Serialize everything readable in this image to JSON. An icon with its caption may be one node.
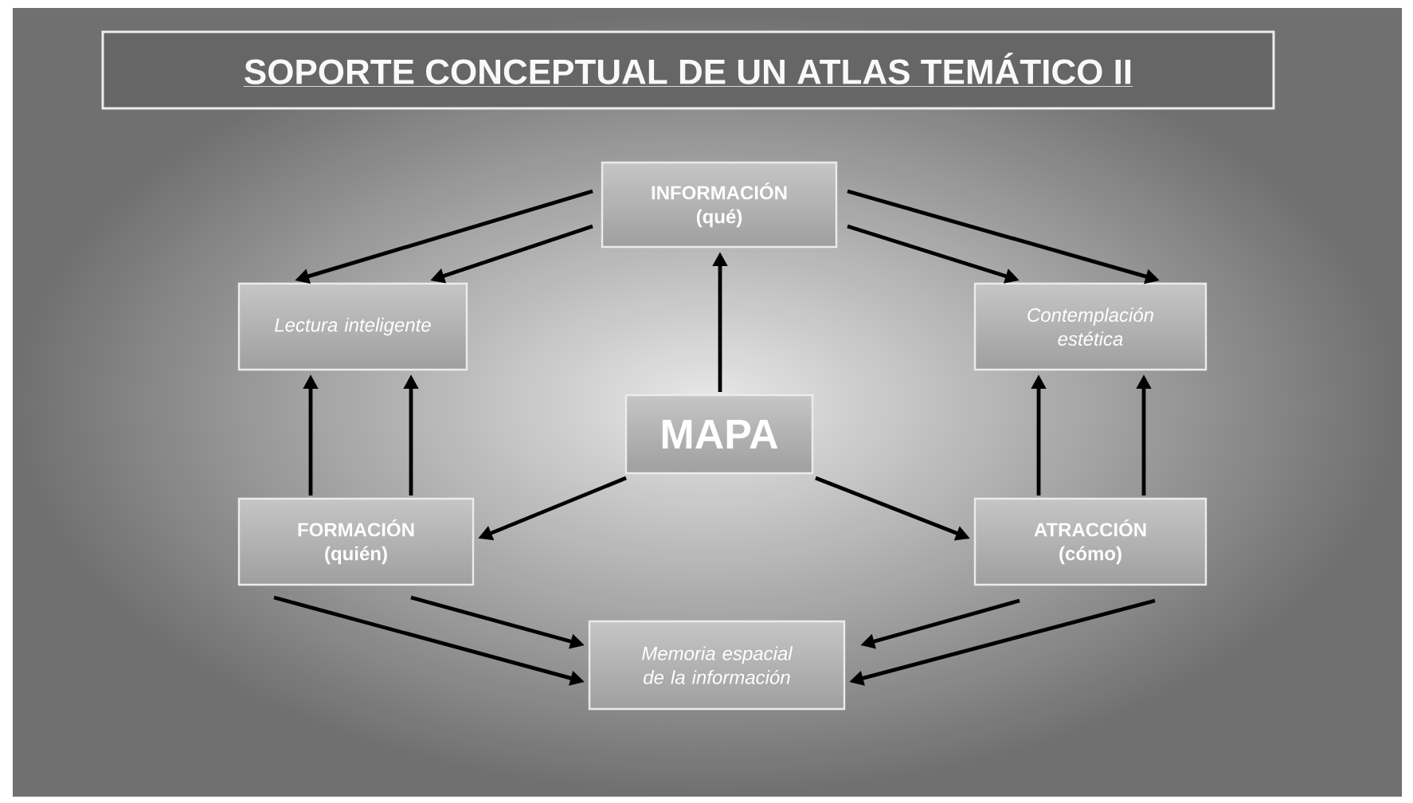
{
  "diagram": {
    "title": "SOPORTE CONCEPTUAL DE UN ATLAS TEMÁTICO II",
    "nodes": [
      {
        "text": [
          "INFORMACIÓN (qué)"
        ]
      },
      {
        "text": [
          "Lectura inteligente"
        ]
      },
      {
        "text": [
          "Contemplación estética"
        ]
      },
      {
        "text": [
          "MAPA"
        ]
      },
      {
        "text": [
          "FORMACIÓN (quién)"
        ]
      },
      {
        "text": [
          "ATRACCIÓN (cómo)"
        ]
      },
      {
        "text": [
          "Memoria espacial de la información"
        ]
      }
    ],
    "edges": [
      {
        "from": 0,
        "to": 1,
        "arrow": "to"
      },
      {
        "from": 0,
        "to": 1,
        "arrow": "to"
      },
      {
        "from": 0,
        "to": 2,
        "arrow": "to"
      },
      {
        "from": 0,
        "to": 2,
        "arrow": "to"
      },
      {
        "from": 3,
        "to": 0,
        "arrow": "to"
      },
      {
        "from": 3,
        "to": 4,
        "arrow": "to"
      },
      {
        "from": 3,
        "to": 5,
        "arrow": "to"
      },
      {
        "from": 4,
        "to": 1,
        "arrow": "to"
      },
      {
        "from": 4,
        "to": 1,
        "arrow": "to"
      },
      {
        "from": 5,
        "to": 2,
        "arrow": "to"
      },
      {
        "from": 5,
        "to": 2,
        "arrow": "to"
      },
      {
        "from": 4,
        "to": 6,
        "arrow": "to"
      },
      {
        "from": 4,
        "to": 6,
        "arrow": "to"
      },
      {
        "from": 5,
        "to": 6,
        "arrow": "to"
      },
      {
        "from": 5,
        "to": 6,
        "arrow": "to"
      }
    ]
  }
}
